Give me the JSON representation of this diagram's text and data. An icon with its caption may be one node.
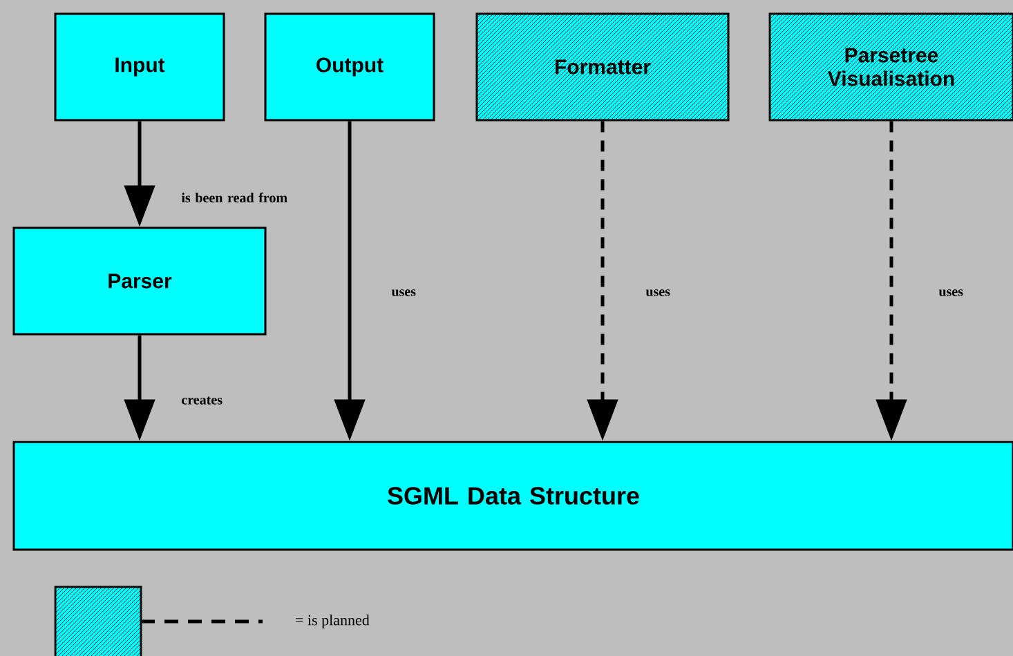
{
  "diagram": {
    "nodes": [
      {
        "text": [
          "Input"
        ]
      },
      {
        "text": [
          "Output"
        ]
      },
      {
        "text": [
          "Formatter"
        ]
      },
      {
        "text": [
          "Parsetree Visualisation"
        ]
      },
      {
        "text": [
          "Parser"
        ]
      },
      {
        "text": [
          "SGML Data Structure"
        ]
      }
    ],
    "edges": [
      {
        "from": 0,
        "to": 4,
        "arrow": "to",
        "label": "is been read from"
      },
      {
        "from": 4,
        "to": 5,
        "arrow": "to",
        "label": "creates"
      },
      {
        "from": 1,
        "to": 5,
        "arrow": "to",
        "label": "uses"
      },
      {
        "from": 2,
        "to": 5,
        "arrow": "to",
        "label": "uses",
        "style": "dashed"
      },
      {
        "from": 3,
        "to": 5,
        "arrow": "to",
        "label": "uses",
        "style": "dashed"
      }
    ],
    "legend": [
      {
        "text": "= is planned"
      }
    ]
  }
}
